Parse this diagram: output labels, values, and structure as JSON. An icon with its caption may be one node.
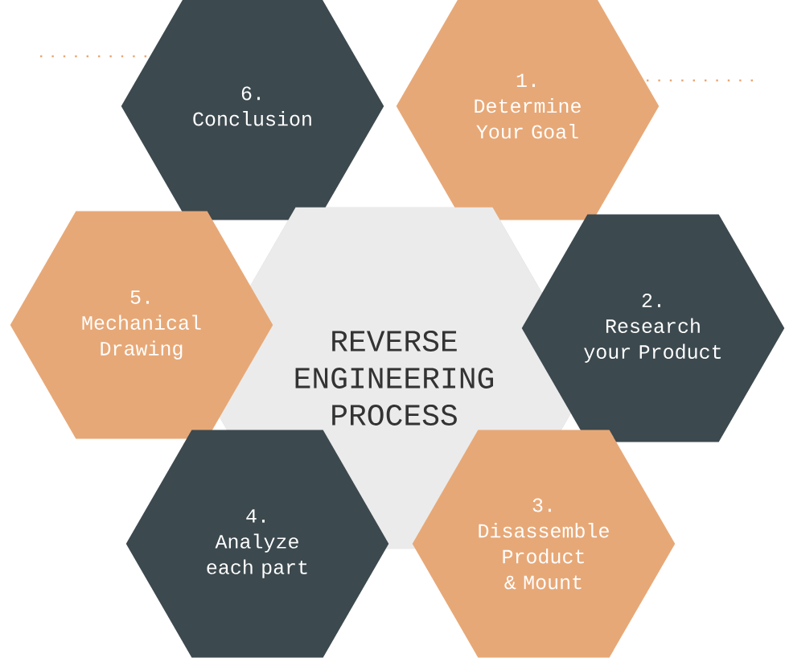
{
  "diagram": {
    "nodes": [
      {
        "text": [
          "6.",
          "Conclusion"
        ]
      },
      {
        "text": [
          "1.",
          "Determine Your Goal"
        ]
      },
      {
        "text": [
          "REVERSE ENGINEERING PROCESS"
        ]
      },
      {
        "text": [
          "5.",
          "Mechanical Drawing"
        ]
      },
      {
        "text": [
          "2.",
          "Research your Product"
        ]
      },
      {
        "text": [
          "4.",
          "Analyze each part"
        ]
      },
      {
        "text": [
          "3.",
          "Disassemble Product & Mount"
        ]
      }
    ]
  }
}
